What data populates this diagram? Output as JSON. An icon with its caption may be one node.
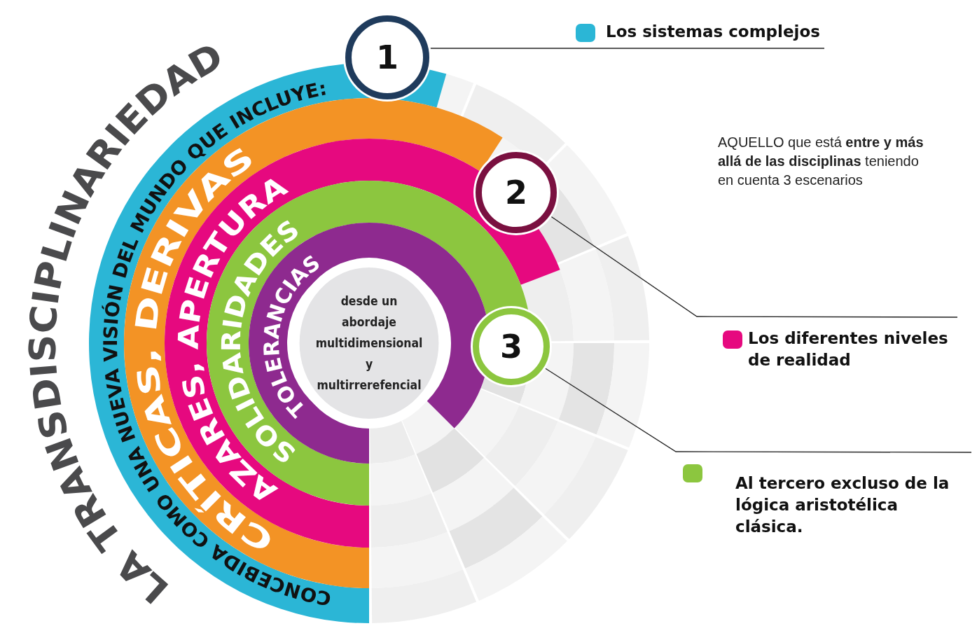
{
  "diagram": {
    "title": "LA TRANSDISCIPLINARIEDAD",
    "nodes": [
      {
        "text": [
          "CONCEBIDA COMO UNA NUEVA VISIÓN DEL MUNDO QUE INCLUYE:"
        ]
      },
      {
        "text": [
          "CRÍTICAS, DERIVAS"
        ]
      },
      {
        "text": [
          "AZARES, APERTURA"
        ]
      },
      {
        "text": [
          "SOLIDARIDADES"
        ]
      },
      {
        "text": [
          "TOLERANCIAS"
        ]
      },
      {
        "text": [
          "desde un abordaje multidimensional y multirrerefencial"
        ]
      },
      {
        "text": [
          "1"
        ]
      },
      {
        "text": [
          "2"
        ]
      },
      {
        "text": [
          "3"
        ]
      },
      {
        "text": [
          "Los sistemas complejos"
        ]
      },
      {
        "text": [
          "Los diferentes niveles de realidad"
        ]
      },
      {
        "text": [
          "Al tercero excluso de la lógica aristotélica clásica."
        ]
      }
    ],
    "edges": [
      {
        "from": 6,
        "to": 9,
        "arrow": "none"
      },
      {
        "from": 7,
        "to": 10,
        "arrow": "none"
      },
      {
        "from": 8,
        "to": 11,
        "arrow": "none"
      }
    ],
    "labels": [
      "AQUELLO que está **entre y más allá de las disciplinas** teniendo en cuenta 3 escenarios"
    ]
  }
}
